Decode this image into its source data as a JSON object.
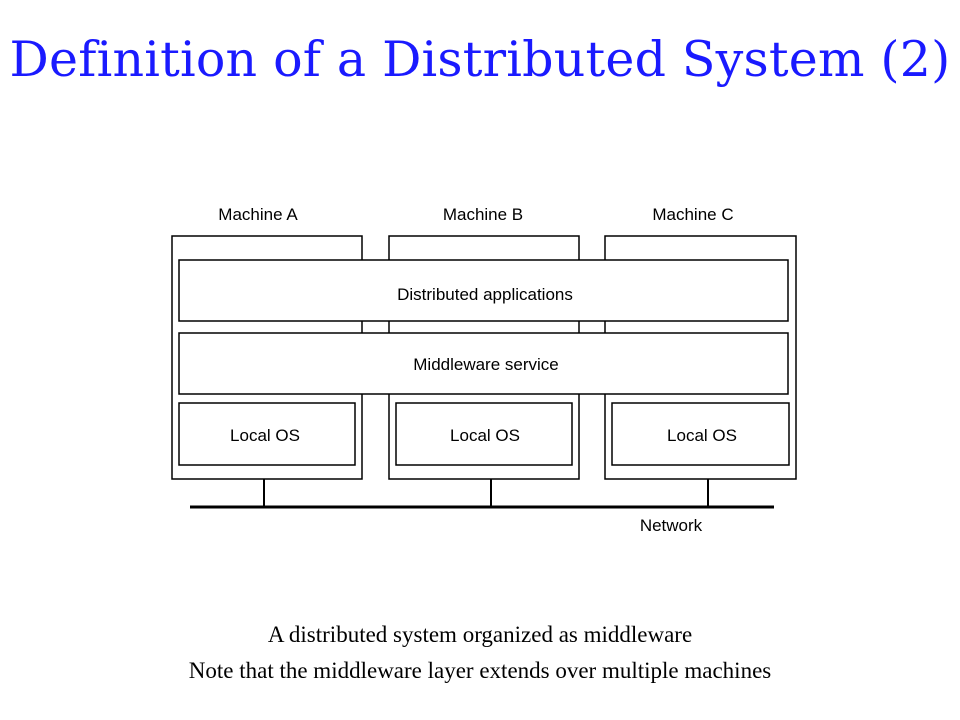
{
  "slide": {
    "title": "Definition of a Distributed System (2)"
  },
  "diagram": {
    "machines": [
      {
        "label": "Machine A",
        "local_os": "Local OS"
      },
      {
        "label": "Machine B",
        "local_os": "Local OS"
      },
      {
        "label": "Machine C",
        "local_os": "Local OS"
      }
    ],
    "layers": {
      "applications": "Distributed applications",
      "middleware": "Middleware service"
    },
    "network_label": "Network"
  },
  "captions": {
    "line1": "A distributed system organized as middleware",
    "line2": "Note that the middleware layer extends over multiple machines"
  }
}
